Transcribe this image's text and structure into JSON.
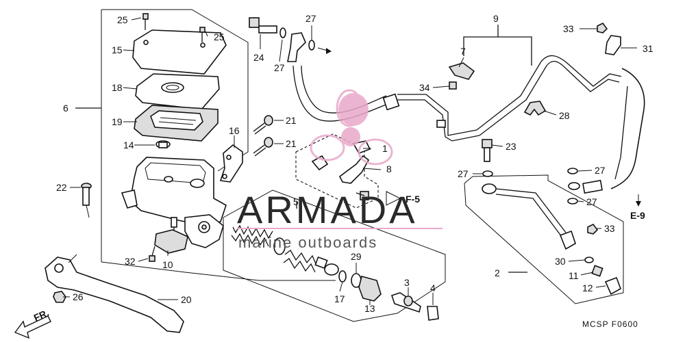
{
  "callouts": [
    {
      "id": "p1",
      "text": "1"
    },
    {
      "id": "p2",
      "text": "2"
    },
    {
      "id": "p3",
      "text": "3"
    },
    {
      "id": "p4",
      "text": "4"
    },
    {
      "id": "p5",
      "text": "5"
    },
    {
      "id": "p6",
      "text": "6"
    },
    {
      "id": "p7",
      "text": "7"
    },
    {
      "id": "p8",
      "text": "8"
    },
    {
      "id": "p9",
      "text": "9"
    },
    {
      "id": "p10",
      "text": "10"
    },
    {
      "id": "p11",
      "text": "11"
    },
    {
      "id": "p12",
      "text": "12"
    },
    {
      "id": "p13",
      "text": "13"
    },
    {
      "id": "p14",
      "text": "14"
    },
    {
      "id": "p15",
      "text": "15"
    },
    {
      "id": "p16",
      "text": "16"
    },
    {
      "id": "p17",
      "text": "17"
    },
    {
      "id": "p18",
      "text": "18"
    },
    {
      "id": "p19",
      "text": "19"
    },
    {
      "id": "p20",
      "text": "20"
    },
    {
      "id": "p21a",
      "text": "21"
    },
    {
      "id": "p21b",
      "text": "21"
    },
    {
      "id": "p22",
      "text": "22"
    },
    {
      "id": "p23",
      "text": "23"
    },
    {
      "id": "p24",
      "text": "24"
    },
    {
      "id": "p25a",
      "text": "25"
    },
    {
      "id": "p25b",
      "text": "25"
    },
    {
      "id": "p26",
      "text": "26"
    },
    {
      "id": "p27a",
      "text": "27"
    },
    {
      "id": "p27b",
      "text": "27"
    },
    {
      "id": "p27c",
      "text": "27"
    },
    {
      "id": "p27d",
      "text": "27"
    },
    {
      "id": "p27e",
      "text": "27"
    },
    {
      "id": "p28",
      "text": "28"
    },
    {
      "id": "p29",
      "text": "29"
    },
    {
      "id": "p30",
      "text": "30"
    },
    {
      "id": "p31",
      "text": "31"
    },
    {
      "id": "p32",
      "text": "32"
    },
    {
      "id": "p33a",
      "text": "33"
    },
    {
      "id": "p33b",
      "text": "33"
    },
    {
      "id": "p34",
      "text": "34"
    }
  ],
  "references": {
    "f5": "F-5",
    "e9": "E-9",
    "fr": "FR."
  },
  "diagram_code": "MCSP  F0600",
  "watermark": {
    "brand": "ARMADA",
    "tagline": "marine outboards",
    "accent_color": "#e8a9c9"
  }
}
